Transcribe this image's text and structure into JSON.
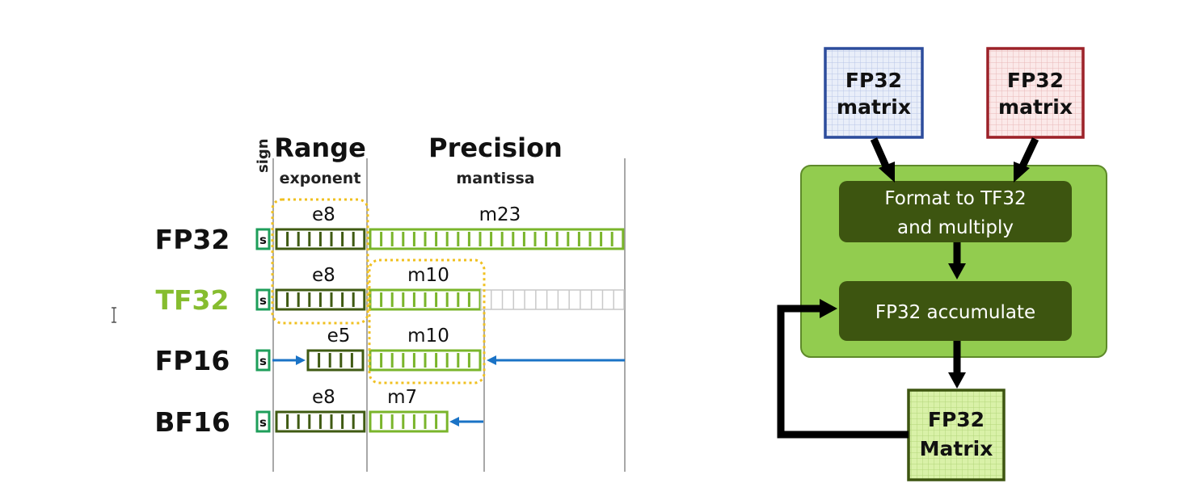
{
  "left": {
    "sign_label": "sign",
    "range": {
      "title": "Range",
      "subtitle": "exponent"
    },
    "precision": {
      "title": "Precision",
      "subtitle": "mantissa"
    },
    "sign_bit_label": "s",
    "formats": [
      {
        "name": "FP32",
        "exp_label": "e8",
        "mant_label": "m23",
        "exp_bits": 8,
        "mant_bits": 23,
        "unused_bits": 0
      },
      {
        "name": "TF32",
        "exp_label": "e8",
        "mant_label": "m10",
        "exp_bits": 8,
        "mant_bits": 10,
        "unused_bits": 13
      },
      {
        "name": "FP16",
        "exp_label": "e5",
        "mant_label": "m10",
        "exp_bits": 5,
        "mant_bits": 10,
        "unused_bits": 0
      },
      {
        "name": "BF16",
        "exp_label": "e8",
        "mant_label": "m7",
        "exp_bits": 8,
        "mant_bits": 7,
        "unused_bits": 0
      }
    ]
  },
  "right": {
    "input_a": [
      "FP32",
      "matrix"
    ],
    "input_b": [
      "FP32",
      "matrix"
    ],
    "step_multiply": [
      "Format to TF32",
      "and multiply"
    ],
    "step_accumulate": "FP32 accumulate",
    "output": [
      "FP32",
      "Matrix"
    ]
  },
  "colors": {
    "exponent_green": "#3f5a12",
    "mantissa_green": "#7ab52b",
    "sign_green": "#1e9e5a",
    "tf32_label": "#86bd2f",
    "dotted_outline": "#f0c020",
    "arrow_blue": "#1a73c6",
    "box_blue_border": "#2c4c9c",
    "box_blue_fill": "#e7ecf8",
    "box_red_border": "#9c2128",
    "box_red_fill": "#f9e5e5",
    "container_green": "#92cc4f",
    "step_dark_green": "#3d5510",
    "output_fill": "#d7f0a4",
    "output_border": "#3d5510"
  }
}
